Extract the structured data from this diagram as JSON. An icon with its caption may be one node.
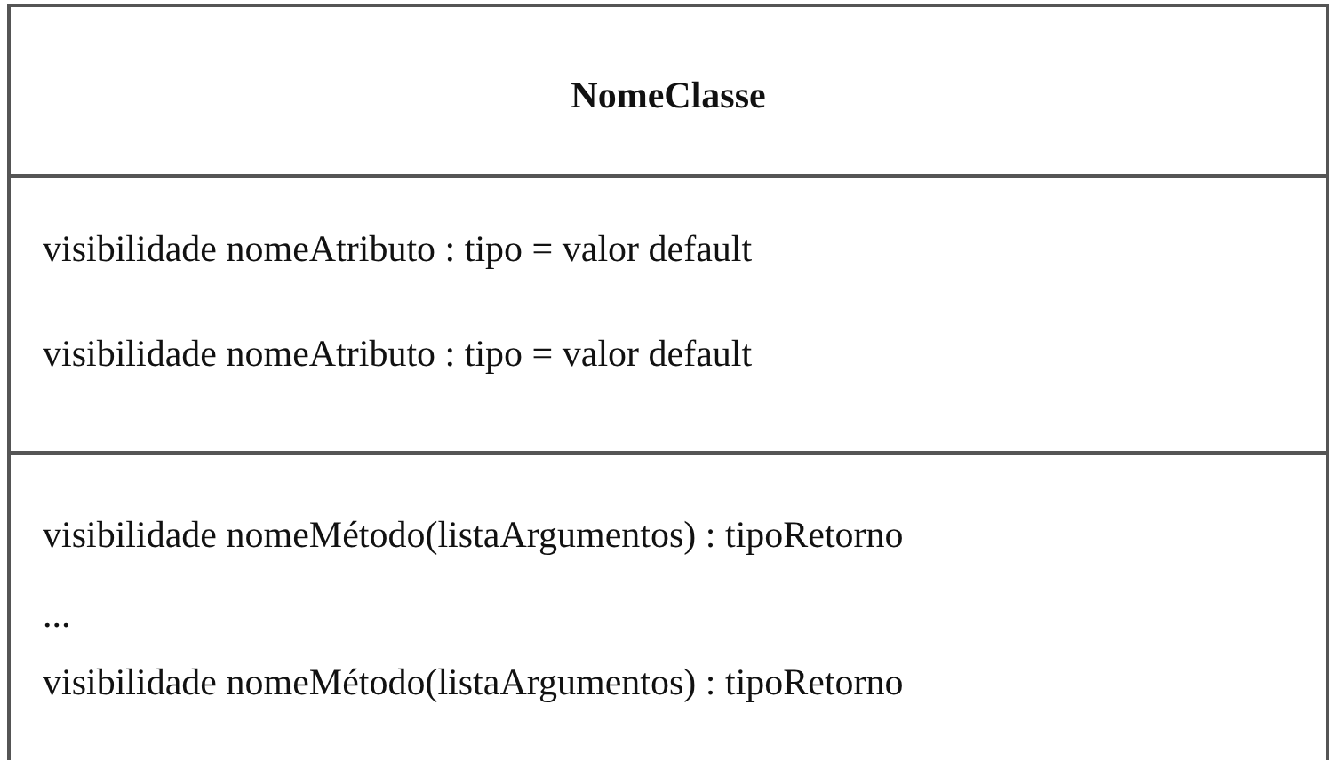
{
  "diagram": {
    "nodes": [
      {
        "text": [
          "NomeClasse"
        ]
      },
      {
        "text": [
          "visibilidade nomeAtributo : tipo = valor default",
          "visibilidade nomeAtributo : tipo = valor default"
        ]
      },
      {
        "text": [
          "visibilidade nomeMétodo(listaArgumentos) : tipoRetorno",
          "...",
          "visibilidade nomeMétodo(listaArgumentos) : tipoRetorno"
        ]
      }
    ]
  }
}
